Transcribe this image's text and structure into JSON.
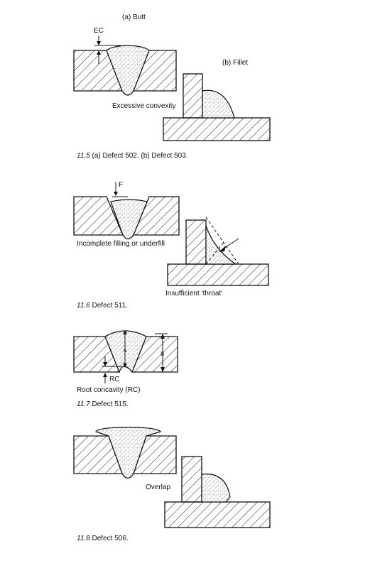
{
  "fig_11_5": {
    "panel_a_label": "(a) Butt",
    "panel_b_label": "(b) Fillet",
    "dimension_label": "EC",
    "defect_label": "Excessive convexity",
    "caption_number": "11.5",
    "caption_text": " (a) Defect 502. (b) Defect 503."
  },
  "fig_11_6": {
    "dimension_label": "F",
    "butt_defect_label": "Incomplete filling or underfill",
    "fillet_defect_label": "Insufficient ‘throat’",
    "caption_number": "11.6",
    "caption_text": " Defect 511."
  },
  "fig_11_7": {
    "label_a": "A",
    "label_b": "B",
    "dimension_label": "RC",
    "defect_label": "Root concavity (RC)",
    "caption_number": "11.7",
    "caption_text": " Defect 515."
  },
  "fig_11_8": {
    "defect_label": "Overlap",
    "caption_number": "11.8",
    "caption_text": " Defect 506."
  }
}
